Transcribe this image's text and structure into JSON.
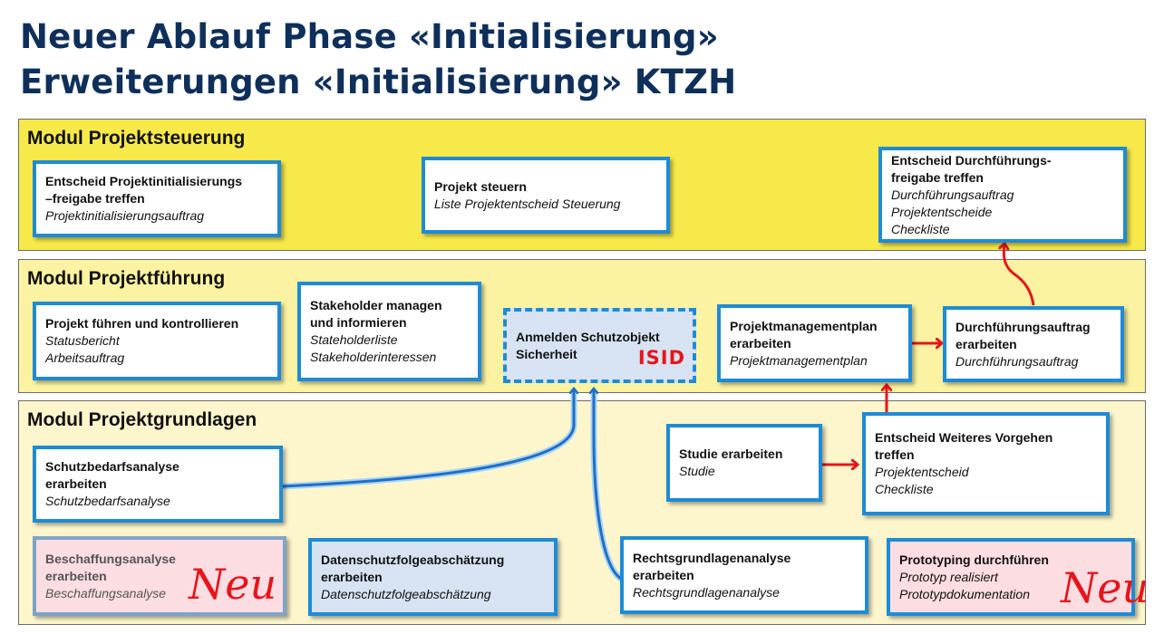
{
  "title": {
    "line1": "Neuer Ablauf Phase «Initialisierung»",
    "line2": "Erweiterungen «Initialisierung» KTZH"
  },
  "bands": {
    "steuerung": "Modul Projektsteuerung",
    "fuehrung": "Modul Projektführung",
    "grundlagen": "Modul Projektgrundlagen"
  },
  "colors": {
    "band_steuerung": "#f7e94a",
    "band_fuehrung": "#fbf3a2",
    "band_grundlagen": "#fdf6cc",
    "box_border": "#1e8bd6",
    "arrow_blue": "#1e6fc4",
    "arrow_red": "#e8141b"
  },
  "boxes": {
    "entscheid_init": {
      "title1": "Entscheid Projektinitialisierungs",
      "title2": "–freigabe treffen",
      "line1": "Projektinitialisierungsauftrag"
    },
    "projekt_steuern": {
      "title1": "Projekt steuern",
      "line1": "Liste Projektentscheid Steuerung"
    },
    "entscheid_durch": {
      "title1": "Entscheid Durchführungs-",
      "title2": "freigabe treffen",
      "line1": "Durchführungsauftrag",
      "line2": "Projektentscheide",
      "line3": "Checkliste"
    },
    "projekt_fuehren": {
      "title1": "Projekt führen und kontrollieren",
      "line1": "Statusbericht",
      "line2": "Arbeitsauftrag"
    },
    "stakeholder": {
      "title1": "Stakeholder managen",
      "title2": "und informieren",
      "line1": "Stateholderliste",
      "line2": "Stakeholderinteressen"
    },
    "anmelden": {
      "title1": "Anmelden Schutzobjekt",
      "title2": "Sicherheit",
      "tag": "ISID"
    },
    "pm_plan": {
      "title1": "Projektmanagementplan",
      "title2": "erarbeiten",
      "line1": "Projektmanagementplan"
    },
    "durch_auftrag": {
      "title1": "Durchführungsauftrag",
      "title2": "erarbeiten",
      "line1": "Durchführungsauftrag"
    },
    "schutzbedarf": {
      "title1": "Schutzbedarfsanalyse",
      "title2": "erarbeiten",
      "line1": "Schutzbedarfsanalyse"
    },
    "studie": {
      "title1": "Studie erarbeiten",
      "line1": "Studie"
    },
    "entscheid_weiter": {
      "title1": "Entscheid Weiteres Vorgehen",
      "title2": "treffen",
      "line1": "Projektentscheid",
      "line2": "Checkliste"
    },
    "beschaffung": {
      "title1": "Beschaffungsanalyse",
      "title2": "erarbeiten",
      "line1": "Beschaffungsanalyse",
      "tag": "Neu"
    },
    "datenschutz": {
      "title1": "Datenschutzfolgeabschätzung",
      "title2": "erarbeiten",
      "line1": "Datenschutzfolgeabschätzung"
    },
    "rechtsgrundlagen": {
      "title1": "Rechtsgrundlagenanalyse",
      "title2": "erarbeiten",
      "line1": "Rechtsgrundlagenanalyse"
    },
    "prototyping": {
      "title1": "Prototyping durchführen",
      "line1": "Prototyp realisiert",
      "line2": "Prototypdokumentation",
      "tag": "Neu"
    }
  }
}
